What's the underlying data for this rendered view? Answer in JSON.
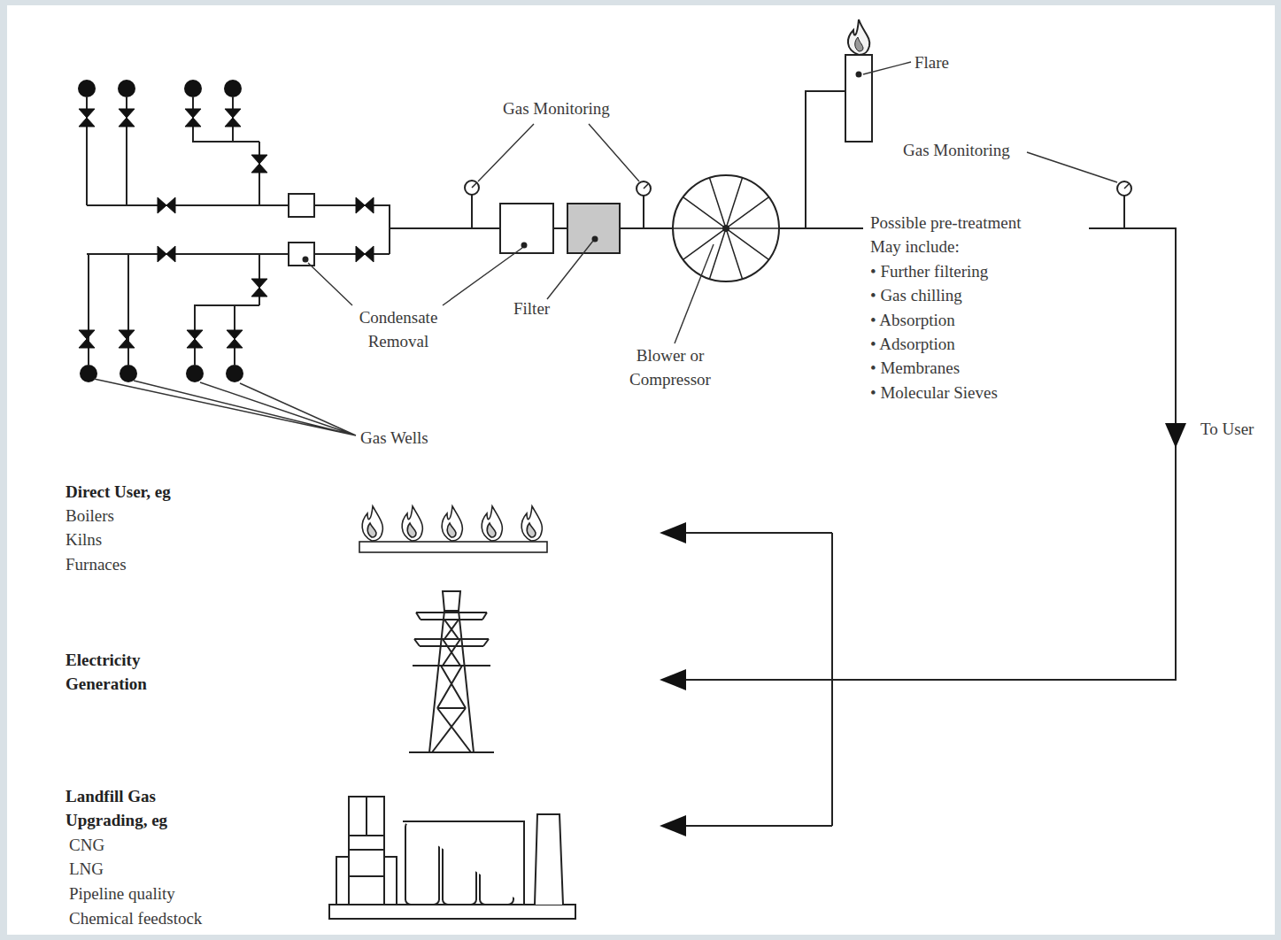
{
  "diagram": {
    "labels": [
      "Flare",
      "Gas Monitoring",
      "Gas Monitoring",
      "Possible pre-treatment",
      "May include:",
      "• Further filtering",
      "• Gas chilling",
      "• Absorption",
      "• Adsorption",
      "• Membranes",
      "• Molecular Sieves",
      "Condensate Removal",
      "Filter",
      "Blower or Compressor",
      "Gas Wells",
      "To User",
      "Direct User, eg",
      "Boilers",
      "Kilns",
      "Furnaces",
      "Electricity Generation",
      "Landfill Gas Upgrading, eg",
      "CNG",
      "LNG",
      "Pipeline quality",
      "Chemical feedstock"
    ]
  }
}
